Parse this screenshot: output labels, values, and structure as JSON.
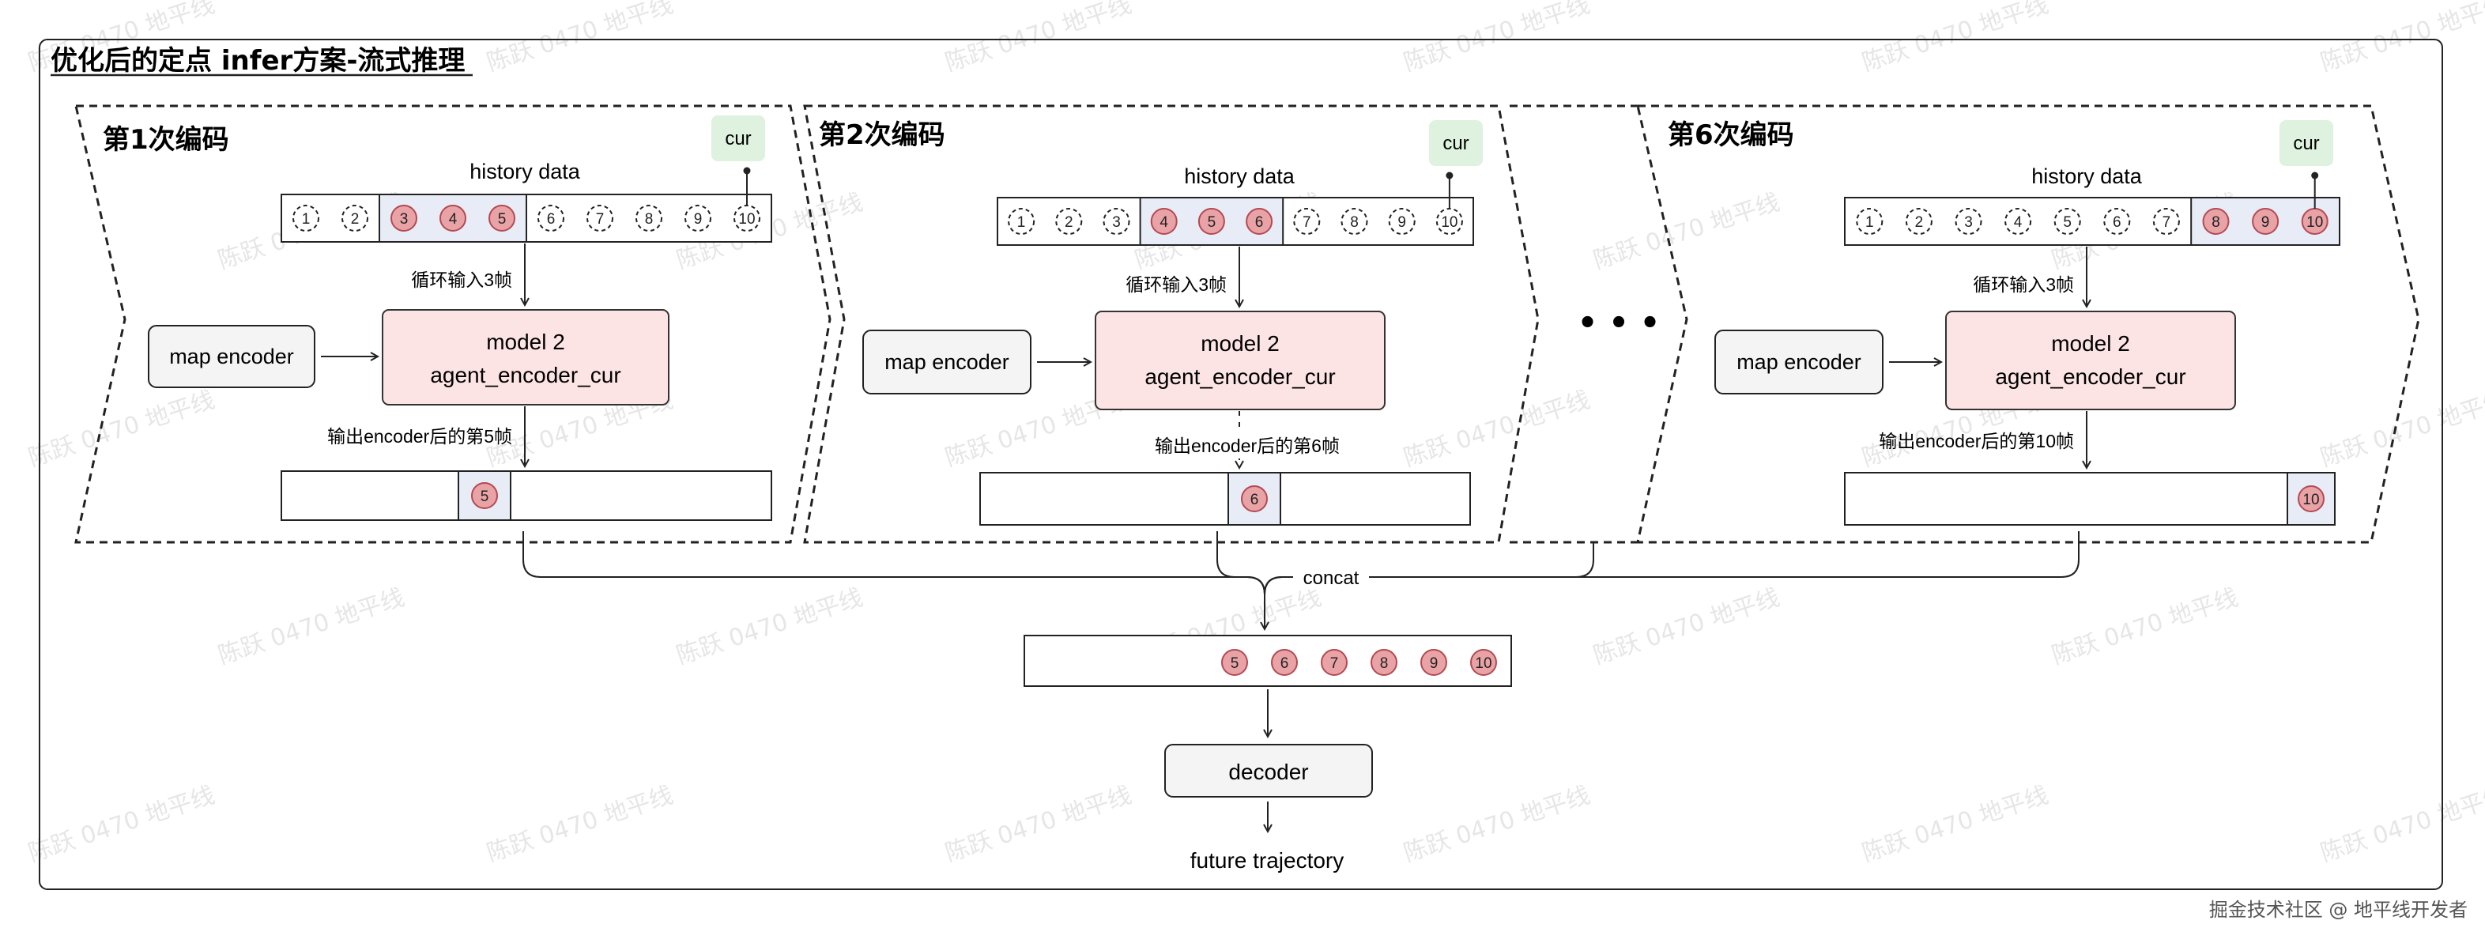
{
  "title": "优化后的定点 infer方案-流式推理",
  "panels": [
    {
      "id": "p1",
      "heading": "第1次编码",
      "history_label": "history data",
      "cur_label": "cur",
      "frames": [
        "1",
        "2",
        "3",
        "4",
        "5",
        "6",
        "7",
        "8",
        "9",
        "10"
      ],
      "window": [
        "3",
        "4",
        "5"
      ],
      "loop_label": "循环输入3帧",
      "map_encoder_label": "map encoder",
      "model_line1": "model 2",
      "model_line2": "agent_encoder_cur",
      "output_label": "输出encoder后的第5帧",
      "output_frame": "5"
    },
    {
      "id": "p2",
      "heading": "第2次编码",
      "history_label": "history data",
      "cur_label": "cur",
      "frames": [
        "1",
        "2",
        "3",
        "4",
        "5",
        "6",
        "7",
        "8",
        "9",
        "10"
      ],
      "window": [
        "4",
        "5",
        "6"
      ],
      "loop_label": "循环输入3帧",
      "map_encoder_label": "map encoder",
      "model_line1": "model 2",
      "model_line2": "agent_encoder_cur",
      "output_label": "输出encoder后的第6帧",
      "output_frame": "6"
    },
    {
      "id": "p3",
      "heading": "第6次编码",
      "history_label": "history data",
      "cur_label": "cur",
      "frames": [
        "1",
        "2",
        "3",
        "4",
        "5",
        "6",
        "7",
        "8",
        "9",
        "10"
      ],
      "window": [
        "8",
        "9",
        "10"
      ],
      "loop_label": "循环输入3帧",
      "map_encoder_label": "map encoder",
      "model_line1": "model 2",
      "model_line2": "agent_encoder_cur",
      "output_label": "输出encoder后的第10帧",
      "output_frame": "10"
    }
  ],
  "ellipsis": "• • •",
  "concat_label": "concat",
  "concat_frames": [
    "5",
    "6",
    "7",
    "8",
    "9",
    "10"
  ],
  "decoder_label": "decoder",
  "output_text": "future trajectory",
  "watermark_text": "陈跃 0470 地平线",
  "footer_text": "掘金技术社区 @ 地平线开发者",
  "colors": {
    "model_fill": "#fde4e4",
    "model_stroke": "#333333",
    "window_fill": "#e8ecf6",
    "frame_fill": "#e9a3a6",
    "frame_stroke": "#b34a52",
    "cur_fill": "#def2df",
    "map_fill": "#f4f4f4",
    "watermark": "#e6e6e6"
  }
}
